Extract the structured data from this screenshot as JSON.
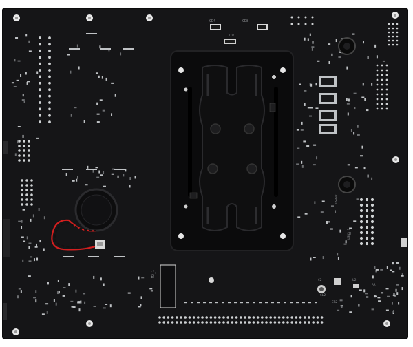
{
  "scene": {
    "subject": "motherboard-rear",
    "colors": {
      "pcb": "#151517",
      "pcb_edge": "#0c0c0d",
      "solder": "#cfd2d4",
      "bracket": "#0b0b0c",
      "bracket_ridge": "#1c1c1e",
      "silkscreen": "#8a8d90",
      "wire_red": "#d21f1f",
      "wire_black": "#111111",
      "battery": "#0d0d0e"
    }
  },
  "silkscreen": {
    "cd4": "CD4",
    "cd8": "CD8",
    "cd2": "CD2",
    "m2": "M2_1",
    "usb32": "USB32",
    "usb_lower": "USB3_1",
    "cr2": "CR2",
    "cl2": "CL2",
    "ar": "AR",
    "c2": "C2",
    "u2": "U2"
  }
}
